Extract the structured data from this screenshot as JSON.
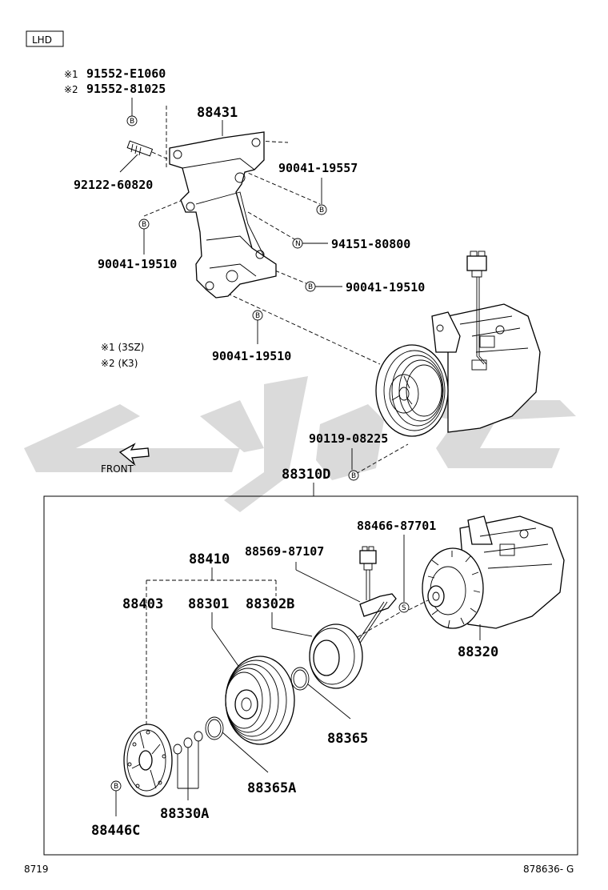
{
  "header": {
    "badge": "LHD"
  },
  "notes": {
    "n1_mark": "※1",
    "n1_part": "91552-E1060",
    "n2_mark": "※2",
    "n2_part": "91552-81025",
    "legend1": "※1 (3SZ)",
    "legend2": "※2 (K3)"
  },
  "callouts": {
    "bolt_b": "B",
    "nut_n": "N",
    "s_mark": "S"
  },
  "labels": {
    "p88431": "88431",
    "p90041_19557": "90041-19557",
    "p92122_60820": "92122-60820",
    "p94151_80800": "94151-80800",
    "p90041_19510_a": "90041-19510",
    "p90041_19510_b": "90041-19510",
    "p90041_19510_c": "90041-19510",
    "p90119_08225": "90119-08225",
    "p88310D": "88310D",
    "p88466_87701": "88466-87701",
    "p88569_87107": "88569-87107",
    "p88410": "88410",
    "p88403": "88403",
    "p88301": "88301",
    "p88302B": "88302B",
    "p88320": "88320",
    "p88365": "88365",
    "p88365A": "88365A",
    "p88330A": "88330A",
    "p88446C": "88446C",
    "front": "FRONT"
  },
  "footer": {
    "left": "8719",
    "right": "878636- G"
  }
}
